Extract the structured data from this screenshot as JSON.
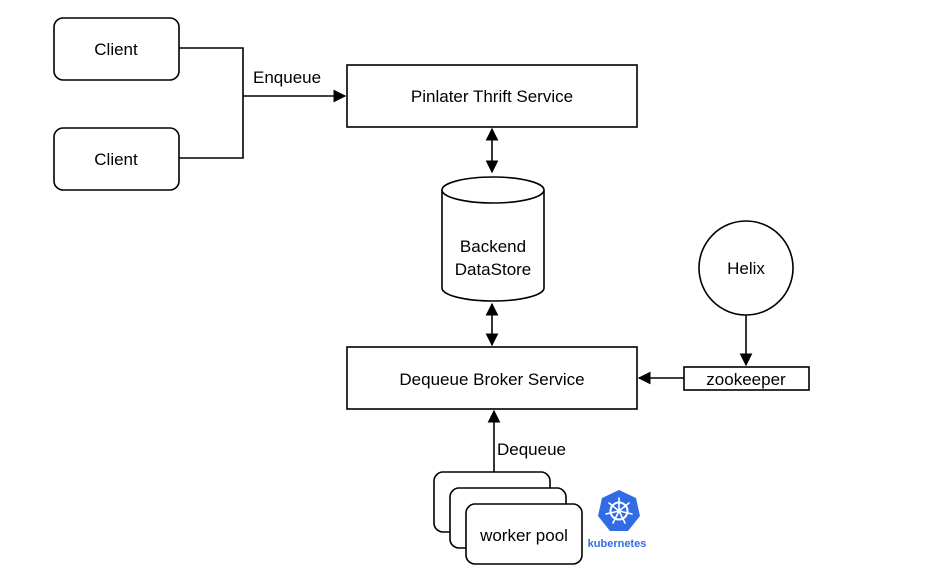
{
  "nodes": {
    "client_top": "Client",
    "client_bottom": "Client",
    "thrift_service": "Pinlater Thrift Service",
    "datastore_line1": "Backend",
    "datastore_line2": "DataStore",
    "broker_service": "Dequeue Broker Service",
    "helix": "Helix",
    "zookeeper": "zookeeper",
    "worker_pool": "worker pool"
  },
  "edges": {
    "enqueue": "Enqueue",
    "dequeue": "Dequeue"
  },
  "logo": {
    "name": "kubernetes",
    "icon": "kubernetes-helm-icon",
    "color": "#326ce5"
  }
}
